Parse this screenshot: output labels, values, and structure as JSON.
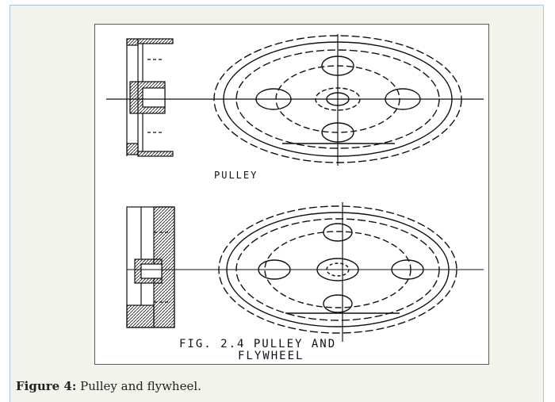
{
  "figure": {
    "drawing_labels": {
      "pulley": "PULLEY",
      "fig_line1": "FIG. 2.4 PULLEY AND",
      "fig_line2": "FLYWHEEL"
    },
    "caption": {
      "label": "Figure 4:",
      "text": "Pulley and flywheel."
    }
  },
  "colors": {
    "panel_bg": "#f3f3ec",
    "panel_border": "#a9c6dc",
    "ink": "#111111"
  }
}
